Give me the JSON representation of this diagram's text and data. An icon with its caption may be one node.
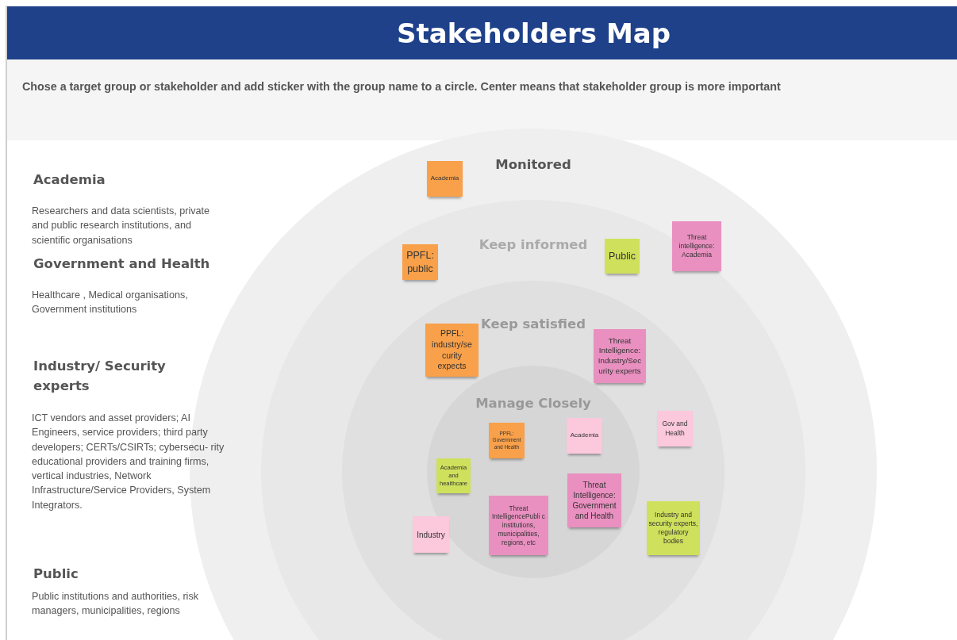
{
  "diagram": {
    "title": "Stakeholders Map",
    "nodes": [
      {
        "text": [
          "Monitored"
        ]
      },
      {
        "text": [
          "Keep informed"
        ],
        "in": 0
      },
      {
        "text": [
          "Keep satisfied"
        ],
        "in": 1
      },
      {
        "text": [
          "Manage Closely"
        ],
        "in": 2
      },
      {
        "text": [
          "Academia"
        ],
        "in": 0
      },
      {
        "text": [
          "PPFL: public"
        ],
        "in": 1
      },
      {
        "text": [
          "Public"
        ],
        "in": 1
      },
      {
        "text": [
          "Threat intelligence: Academia"
        ],
        "in": 1
      },
      {
        "text": [
          "PPFL: industry/se curity expects"
        ],
        "in": 2
      },
      {
        "text": [
          "Threat Intelligence: Industry/Sec urity experts"
        ],
        "in": 2
      },
      {
        "text": [
          "PPFL: Government and Health"
        ],
        "in": 3
      },
      {
        "text": [
          "Academia"
        ],
        "in": 3
      },
      {
        "text": [
          "Gov and Health"
        ],
        "in": 2
      },
      {
        "text": [
          "Academia and healthcare"
        ],
        "in": 3
      },
      {
        "text": [
          "Threat Intelligence: Government and Health"
        ],
        "in": 3
      },
      {
        "text": [
          "Industry"
        ],
        "in": 2
      },
      {
        "text": [
          "Threat IntelligencePubli c institutions, municipalities, regions, etc"
        ],
        "in": 3
      },
      {
        "text": [
          "Industry and security experts, regulatory bodies"
        ],
        "in": 2
      }
    ],
    "labels": [
      "Chose a target group or stakeholder and add sticker with the group name to a circle. Center means that stakeholder group is more important",
      "Academia",
      "Researchers and data scientists, private and public research institutions, and scientific organisations",
      "Government and Health",
      "Healthcare , Medical organisations, Government institutions",
      "Industry/ Security experts",
      "ICT vendors and asset providers; AI Engineers, service providers; third party developers; CERTs/CSIRTs; cybersecu- rity educational providers and training firms, vertical industries, Network Infrastructure/Service Providers, System Integrators.",
      "Public",
      "Public institutions and authorities, risk managers, municipalities, regions"
    ]
  }
}
